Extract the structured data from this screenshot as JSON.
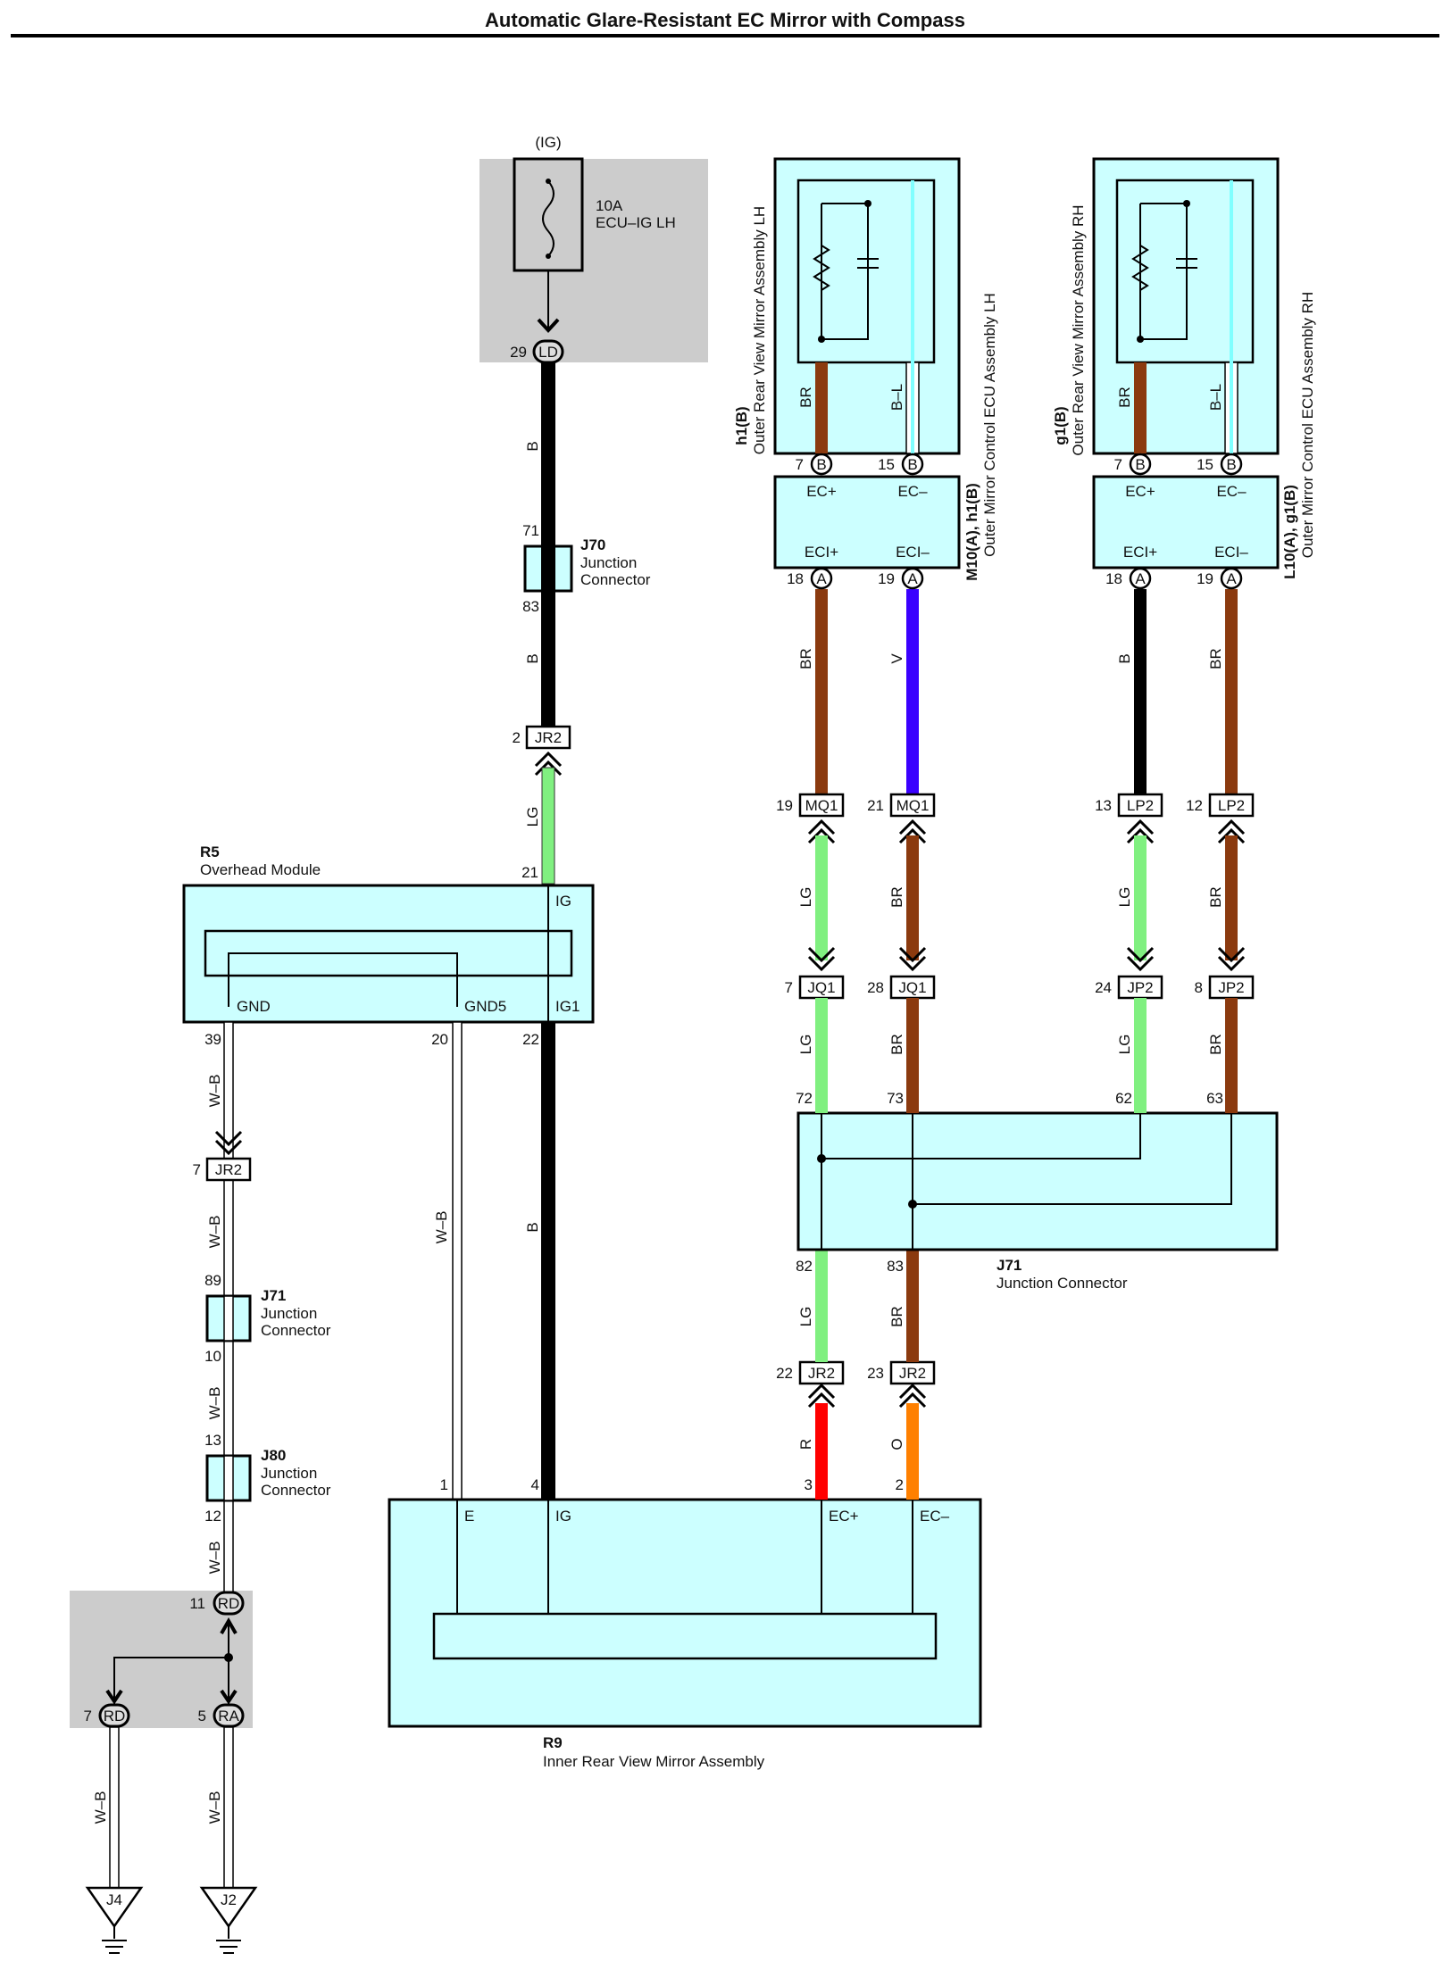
{
  "title": "Automatic Glare-Resistant EC Mirror with Compass",
  "colors": {
    "B": "#000000",
    "BR": "#8b3a0f",
    "LG": "#80f080",
    "V": "#3a00ff",
    "R": "#ff0000",
    "O": "#ff8000",
    "WB": "#ffffff",
    "box_fill": "#ccffff",
    "gray_fill": "#cccccc"
  },
  "fuse": {
    "supply": "(IG)",
    "rating": "10A",
    "name": "ECU–IG LH",
    "pin": "29",
    "conn": "LD"
  },
  "j70": {
    "id": "J70",
    "name1": "Junction",
    "name2": "Connector",
    "pin_top": "71",
    "pin_bottom": "83"
  },
  "jr2_top": {
    "pin": "2",
    "conn": "JR2"
  },
  "r5": {
    "id": "R5",
    "name": "Overhead Module",
    "pin_ig": "21",
    "ig": "IG",
    "gnd": "GND",
    "gnd5": "GND5",
    "ig1": "IG1",
    "pin_gnd": "39",
    "pin_gnd5": "20",
    "pin_ig1": "22"
  },
  "jr2_left": {
    "pin": "7",
    "conn": "JR2"
  },
  "j71_left": {
    "id": "J71",
    "name1": "Junction",
    "name2": "Connector",
    "pin_top": "89",
    "pin_bottom": "10"
  },
  "j80": {
    "id": "J80",
    "name1": "Junction",
    "name2": "Connector",
    "pin_top": "13",
    "pin_bottom": "12"
  },
  "rd": {
    "pin": "11",
    "conn": "RD",
    "pin_rd": "7",
    "conn_rd": "RD",
    "pin_ra": "5",
    "conn_ra": "RA"
  },
  "grounds": {
    "left": "J4",
    "right": "J2"
  },
  "r9": {
    "id": "R9",
    "name": "Inner Rear View Mirror Assembly",
    "e": "E",
    "ig": "IG",
    "ecp": "EC+",
    "ecm": "EC–",
    "pin_e": "1",
    "pin_ig": "4",
    "pin_ecp": "3",
    "pin_ecm": "2"
  },
  "lh": {
    "mirror_id": "h1(B)",
    "mirror_name": "Outer Rear View Mirror Assembly LH",
    "ecu_id": "M10(A), h1(B)",
    "ecu_name": "Outer Mirror Control ECU Assembly LH",
    "pin_ecp": "7",
    "pin_ecm": "15",
    "conn_b": "B",
    "conn_a": "A",
    "ecp": "EC+",
    "ecm": "EC–",
    "ecip": "ECI+",
    "ecim": "ECI–",
    "pin_ecip": "18",
    "pin_ecim": "19",
    "mq1_a": "19",
    "mq1_b": "21",
    "mq1": "MQ1",
    "jq1_a": "7",
    "jq1_b": "28",
    "jq1": "JQ1"
  },
  "rh": {
    "mirror_id": "g1(B)",
    "mirror_name": "Outer Rear View Mirror Assembly RH",
    "ecu_id": "L10(A), g1(B)",
    "ecu_name": "Outer Mirror Control ECU Assembly RH",
    "pin_ecp": "7",
    "pin_ecm": "15",
    "conn_b": "B",
    "conn_a": "A",
    "ecp": "EC+",
    "ecm": "EC–",
    "ecip": "ECI+",
    "ecim": "ECI–",
    "pin_ecip": "18",
    "pin_ecim": "19",
    "lp2_a": "13",
    "lp2_b": "12",
    "lp2": "LP2",
    "jp2_a": "24",
    "jp2_b": "8",
    "jp2": "JP2"
  },
  "j71_right": {
    "id": "J71",
    "name": "Junction Connector",
    "p72": "72",
    "p73": "73",
    "p62": "62",
    "p63": "63",
    "p82": "82",
    "p83": "83"
  },
  "jr2_bottom": {
    "pin_a": "22",
    "pin_b": "23",
    "conn": "JR2"
  },
  "wires": {
    "B": "B",
    "LG": "LG",
    "BR": "BR",
    "V": "V",
    "R": "R",
    "O": "O",
    "WB": "W–B",
    "BL": "B–L"
  }
}
